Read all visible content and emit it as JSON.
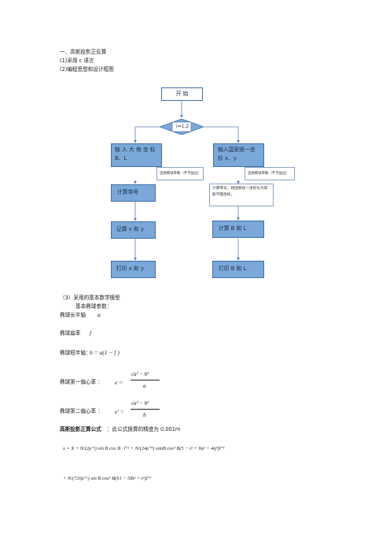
{
  "heading": "一、高斯投影正反算",
  "item1": "(1)采用 c 语言",
  "item2": "(2)编程思想和设计框图",
  "flow": {
    "start": "开 始",
    "loop": "i=1,2",
    "left_input": "输 入 大 地 坐 标 B、L",
    "right_input": "输入国家统一坐标 x、y",
    "left_note": "选择椭球参数（不予画出）",
    "right_note": "选择椭球参数（不予画出）",
    "left_step1": "计算带号",
    "right_step1": "计算带号，将国家统一坐标化为高斯平面坐标。",
    "left_step2": "记算 x 和 y",
    "right_step2": "计算 B 和 L",
    "left_step3": "打印 x 和 y",
    "right_step3": "打印 B 和 L"
  },
  "section3": "（3）采用的基本数学模型",
  "basic_params": "基本椭球参数：",
  "major_axis": "椭球长半轴",
  "major_sym": "a",
  "flattening": "椭球扁率",
  "flat_sym": "f",
  "minor_axis": "椭球短半轴：",
  "minor_formula": "b = a(1 − f )",
  "ecc1": "椭球第一偏心率 ：",
  "ecc1_lhs": "e =",
  "ecc1_num": "√a² − b²",
  "ecc1_den": "a",
  "ecc2": "椭球第二偏心率 ：",
  "ecc2_lhs": "e' =",
  "ecc2_num": "√a² − b²",
  "ecc2_den": "b",
  "gauss_title": "高斯投影正算公式",
  "gauss_note": "：此公式换算的精度为 0.001m",
  "formula_line1": "x = X + N/(2ρ″²) sin B cos B · l″² + N/(24ρ″⁴) simB cos³ B(5 − t² + 9η² + 4η⁴)l″⁴",
  "formula_line2": "+ N/(720ρ″⁶) sin B cos⁵ B(61 − 58t² + t⁴)l″⁶"
}
